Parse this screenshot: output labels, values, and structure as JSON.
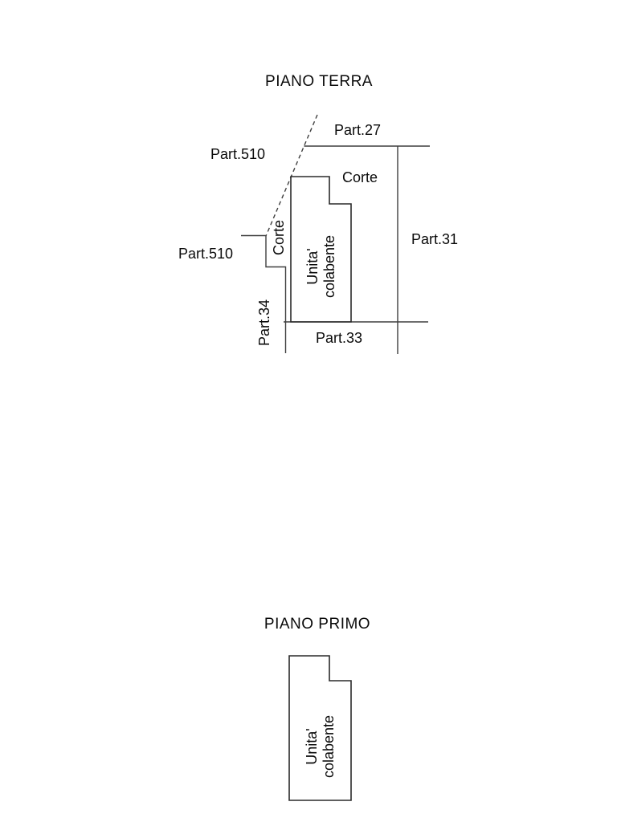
{
  "colors": {
    "line": "#3f3f3f",
    "outline": "#2a2a2a",
    "text": "#0a0a0a",
    "background": "#ffffff"
  },
  "piano_terra": {
    "title": "PIANO TERRA",
    "labels": {
      "part27": "Part.27",
      "part510_top": "Part.510",
      "part510_left": "Part.510",
      "part31": "Part.31",
      "part33": "Part.33",
      "part34": "Part.34",
      "corte_top": "Corte",
      "corte_left": "Corte",
      "unit_line1": "Unita'",
      "unit_line2": "colabente"
    }
  },
  "piano_primo": {
    "title": "PIANO PRIMO",
    "labels": {
      "unit_line1": "Unita'",
      "unit_line2": "colabente"
    }
  }
}
